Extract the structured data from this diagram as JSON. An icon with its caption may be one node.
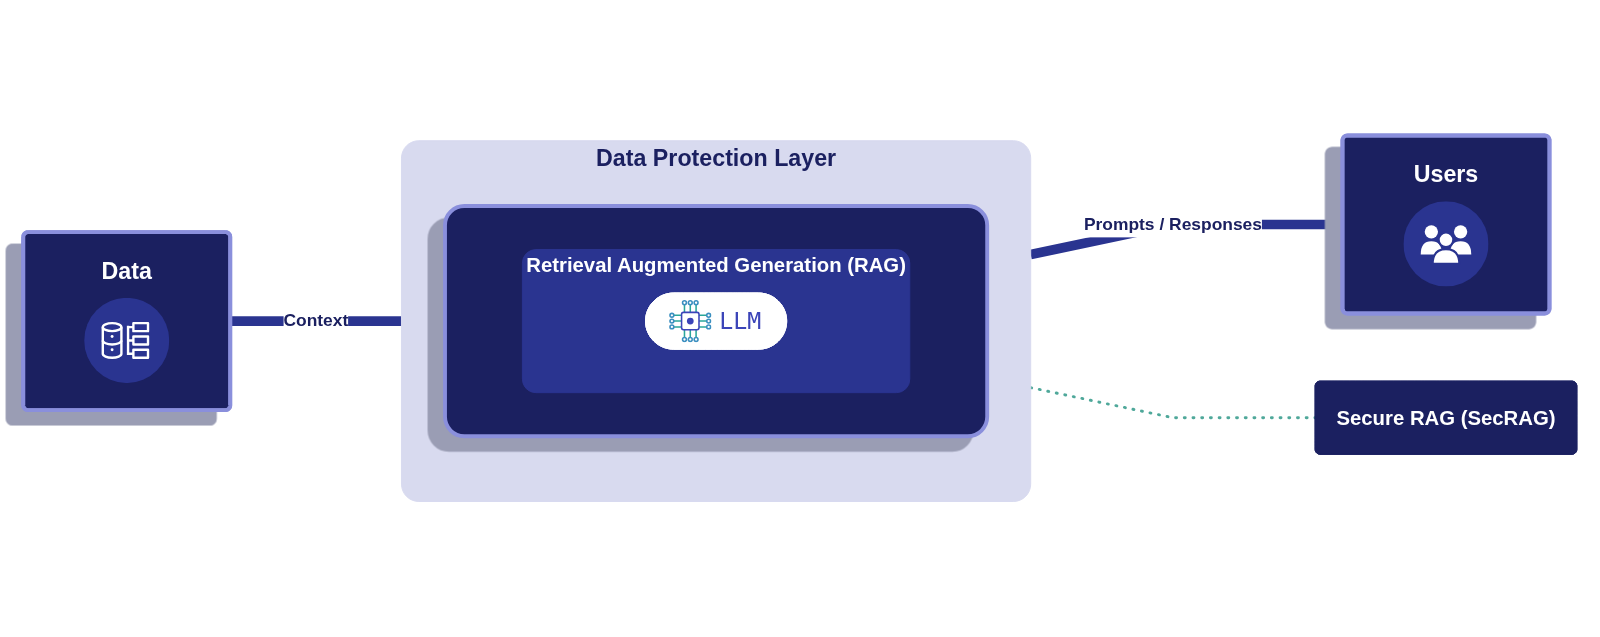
{
  "diagram": {
    "nodes": [
      {
        "text": [
          "Data"
        ]
      },
      {
        "text": [
          "Data Protection Layer"
        ]
      },
      {
        "text": [],
        "shape": "box",
        "in": 1
      },
      {
        "text": [
          "Retrieval Augmented Generation (RAG)"
        ],
        "in": 2
      },
      {
        "text": [
          "LLM"
        ],
        "in": 3
      },
      {
        "text": [
          "Users"
        ]
      },
      {
        "text": [
          "Secure RAG (SecRAG)"
        ]
      }
    ],
    "edges": [
      {
        "from": 0,
        "to": 1,
        "arrow": "none",
        "label": "Context"
      },
      {
        "from": 1,
        "to": 5,
        "arrow": "none",
        "label": "Prompts / Responses"
      },
      {
        "from": 1,
        "to": 6,
        "arrow": "none",
        "style": "dashed",
        "color": "#4fa89a"
      }
    ]
  }
}
